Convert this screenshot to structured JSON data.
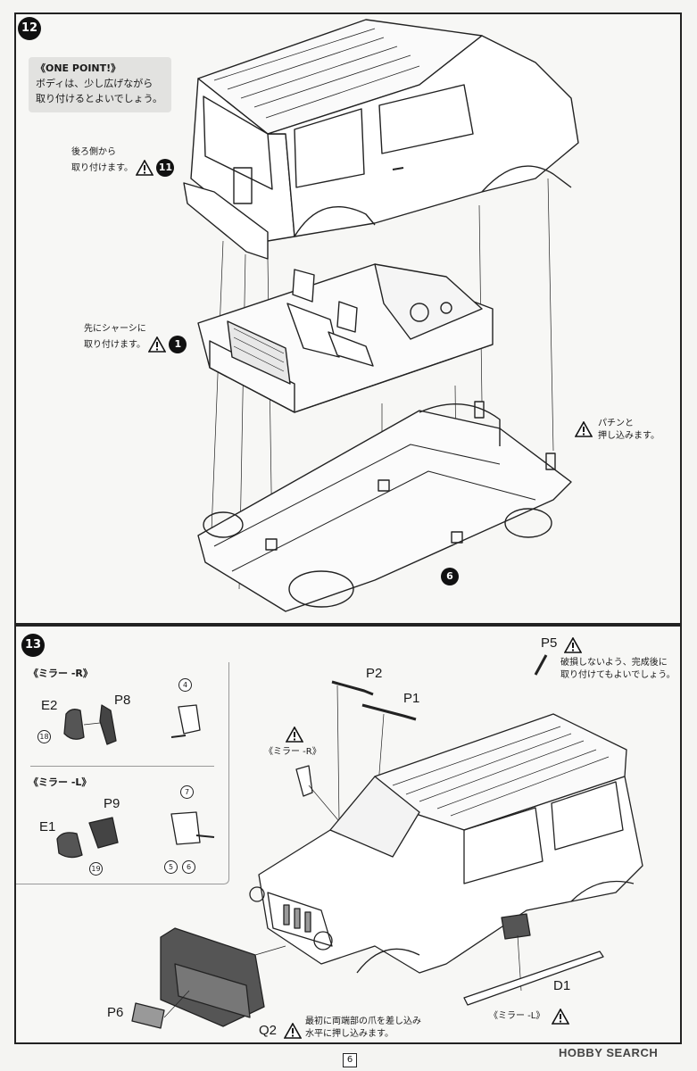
{
  "step12": {
    "number": "12",
    "one_point": {
      "title": "《ONE POINT!》",
      "line1": "ボディは、少し広げながら",
      "line2": "取り付けるとよいでしょう。"
    },
    "note_back": {
      "line1": "後ろ側から",
      "line2": "取り付けます。",
      "ref": "11"
    },
    "note_chassis": {
      "line1": "先にシャーシに",
      "line2": "取り付けます。",
      "ref": "1"
    },
    "note_snap": {
      "line1": "パチンと",
      "line2": "押し込みます。"
    },
    "chassis_ref": "6"
  },
  "step13": {
    "number": "13",
    "mirror_r": {
      "title": "《ミラー -R》",
      "part_e": "E2",
      "part_p": "P8",
      "ref_a": "18",
      "ref_b": "4"
    },
    "mirror_l": {
      "title": "《ミラー -L》",
      "part_e": "E1",
      "part_p": "P9",
      "ref_a": "19",
      "ref_b": "7",
      "ref_c": "5",
      "ref_d": "6"
    },
    "p5": {
      "label": "P5",
      "line1": "破損しないよう、完成後に",
      "line2": "取り付けてもよいでしょう。"
    },
    "p2": "P2",
    "p1": "P1",
    "mirror_r_callout": "《ミラー -R》",
    "p6": "P6",
    "q2": {
      "label": "Q2",
      "line1": "最初に両端部の爪を差し込み",
      "line2": "水平に押し込みます。"
    },
    "d1": "D1",
    "mirror_l_callout": "《ミラー -L》"
  },
  "footer": {
    "page": "6",
    "brand": "HOBBY SEARCH"
  }
}
